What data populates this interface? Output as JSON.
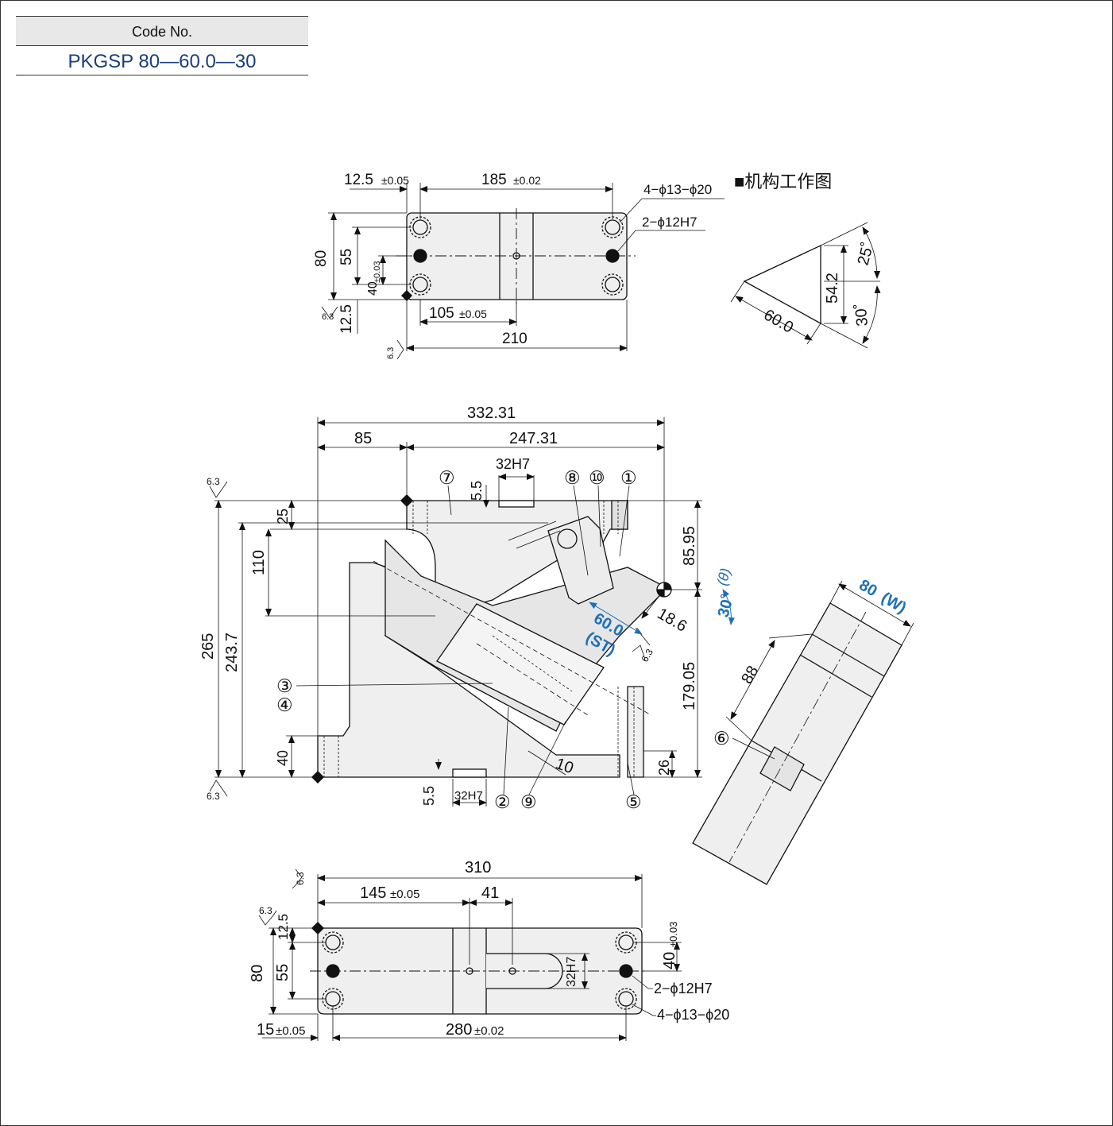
{
  "header": {
    "label": "Code No.",
    "value": "PKGSP 80—60.0—30"
  },
  "mechanism_title": "■机构工作图",
  "top_view": {
    "dim_12_5": "12.5",
    "tol_0_05": "±0.05",
    "dim_185": "185",
    "tol_0_02": "±0.02",
    "holes_4": "4−ϕ13−ϕ20",
    "holes_2": "2−ϕ12H7",
    "dim_80": "80",
    "dim_55": "55",
    "dim_40": "40",
    "tol_0_03": "±0.03",
    "dim_12_5b": "12.5",
    "dim_105": "105",
    "tol_0_05b": "±0.05",
    "dim_210": "210",
    "roughness": "6.3"
  },
  "mechanism": {
    "dim_60": "60.0",
    "dim_54_2": "54.2",
    "angle_25": "25˚",
    "angle_30": "30˚"
  },
  "front_view": {
    "dim_332": "332.31",
    "dim_85": "85",
    "dim_247": "247.31",
    "dim_32h7_top": "32H7",
    "dim_5_5_top": "5.5",
    "dim_25": "25",
    "dim_110": "110",
    "dim_265": "265",
    "dim_243": "243.7",
    "dim_85_95": "85.95",
    "dim_179": "179.05",
    "dim_18_6": "18.6",
    "angle_30": "30˚",
    "theta": "(θ)",
    "stroke": "60.0",
    "stroke_label": "(ST)",
    "dim_40": "40",
    "dim_5_5_bot": "5.5",
    "dim_32h7_bot": "32H7",
    "dim_10": "10",
    "dim_26": "26",
    "roughness": "6.3",
    "parts": [
      "①",
      "②",
      "③",
      "④",
      "⑤",
      "⑥",
      "⑦",
      "⑧",
      "⑨",
      "⑩"
    ]
  },
  "side_view": {
    "width": "80",
    "width_label": "(W)",
    "dim_88": "88"
  },
  "bottom_view": {
    "dim_310": "310",
    "dim_145": "145",
    "tol_0_05": "±0.05",
    "dim_41": "41",
    "dim_12_5": "12.5",
    "dim_80": "80",
    "dim_55": "55",
    "dim_40": "40",
    "tol_0_03": "±0.03",
    "dim_32h7": "32H7",
    "holes_2": "2−ϕ12H7",
    "holes_4": "4−ϕ13−ϕ20",
    "dim_15": "15",
    "tol_0_05b": "±0.05",
    "dim_280": "280",
    "tol_0_02": "±0.02",
    "roughness": "6.3"
  },
  "colors": {
    "accent_blue": "#1f6fb6",
    "part_fill": "#efefef",
    "line": "#111111"
  }
}
